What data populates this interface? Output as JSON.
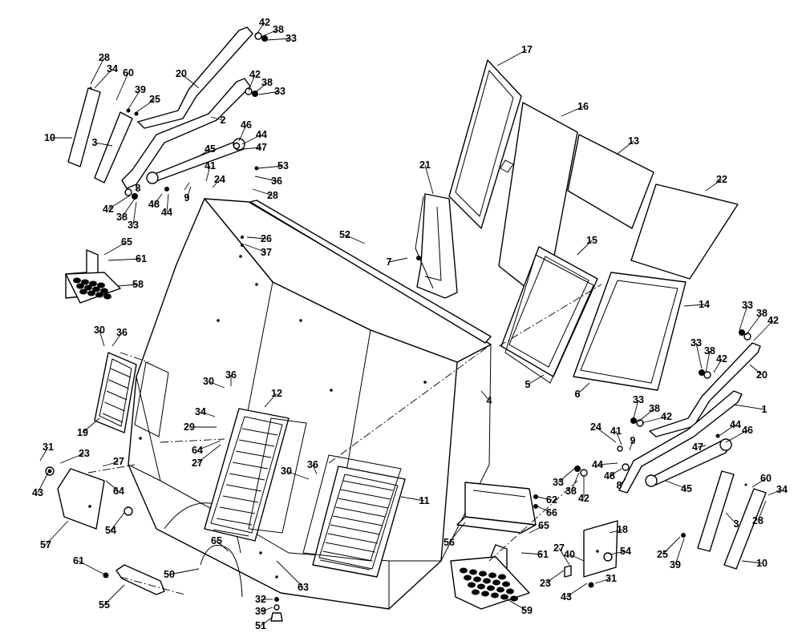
{
  "callouts": [
    {
      "label": "42"
    },
    {
      "label": "38"
    },
    {
      "label": "33"
    },
    {
      "label": "20"
    },
    {
      "label": "28"
    },
    {
      "label": "34"
    },
    {
      "label": "60"
    },
    {
      "label": "42"
    },
    {
      "label": "38"
    },
    {
      "label": "33"
    },
    {
      "label": "39"
    },
    {
      "label": "25"
    },
    {
      "label": "2"
    },
    {
      "label": "10"
    },
    {
      "label": "3"
    },
    {
      "label": "46"
    },
    {
      "label": "44"
    },
    {
      "label": "47"
    },
    {
      "label": "45"
    },
    {
      "label": "41"
    },
    {
      "label": "24"
    },
    {
      "label": "9"
    },
    {
      "label": "53"
    },
    {
      "label": "36"
    },
    {
      "label": "28"
    },
    {
      "label": "8"
    },
    {
      "label": "42"
    },
    {
      "label": "38"
    },
    {
      "label": "33"
    },
    {
      "label": "48"
    },
    {
      "label": "44"
    },
    {
      "label": "65"
    },
    {
      "label": "61"
    },
    {
      "label": "58"
    },
    {
      "label": "26"
    },
    {
      "label": "37"
    },
    {
      "label": "52"
    },
    {
      "label": "17"
    },
    {
      "label": "16"
    },
    {
      "label": "13"
    },
    {
      "label": "21"
    },
    {
      "label": "22"
    },
    {
      "label": "15"
    },
    {
      "label": "7"
    },
    {
      "label": "14"
    },
    {
      "label": "30"
    },
    {
      "label": "36"
    },
    {
      "label": "19"
    },
    {
      "label": "30"
    },
    {
      "label": "36"
    },
    {
      "label": "12"
    },
    {
      "label": "34"
    },
    {
      "label": "29"
    },
    {
      "label": "64"
    },
    {
      "label": "27"
    },
    {
      "label": "4"
    },
    {
      "label": "5"
    },
    {
      "label": "6"
    },
    {
      "label": "31"
    },
    {
      "label": "23"
    },
    {
      "label": "27"
    },
    {
      "label": "43"
    },
    {
      "label": "64"
    },
    {
      "label": "57"
    },
    {
      "label": "54"
    },
    {
      "label": "30"
    },
    {
      "label": "36"
    },
    {
      "label": "11"
    },
    {
      "label": "33"
    },
    {
      "label": "38"
    },
    {
      "label": "42"
    },
    {
      "label": "33"
    },
    {
      "label": "38"
    },
    {
      "label": "42"
    },
    {
      "label": "20"
    },
    {
      "label": "1"
    },
    {
      "label": "33"
    },
    {
      "label": "38"
    },
    {
      "label": "42"
    },
    {
      "label": "24"
    },
    {
      "label": "41"
    },
    {
      "label": "9"
    },
    {
      "label": "44"
    },
    {
      "label": "46"
    },
    {
      "label": "47"
    },
    {
      "label": "44"
    },
    {
      "label": "48"
    },
    {
      "label": "8"
    },
    {
      "label": "33"
    },
    {
      "label": "38"
    },
    {
      "label": "42"
    },
    {
      "label": "45"
    },
    {
      "label": "62"
    },
    {
      "label": "66"
    },
    {
      "label": "56"
    },
    {
      "label": "65"
    },
    {
      "label": "61"
    },
    {
      "label": "27"
    },
    {
      "label": "40"
    },
    {
      "label": "18"
    },
    {
      "label": "54"
    },
    {
      "label": "23"
    },
    {
      "label": "43"
    },
    {
      "label": "31"
    },
    {
      "label": "59"
    },
    {
      "label": "3"
    },
    {
      "label": "60"
    },
    {
      "label": "34"
    },
    {
      "label": "28"
    },
    {
      "label": "25"
    },
    {
      "label": "39"
    },
    {
      "label": "10"
    },
    {
      "label": "61"
    },
    {
      "label": "55"
    },
    {
      "label": "50"
    },
    {
      "label": "65"
    },
    {
      "label": "63"
    },
    {
      "label": "32"
    },
    {
      "label": "39"
    },
    {
      "label": "51"
    }
  ]
}
